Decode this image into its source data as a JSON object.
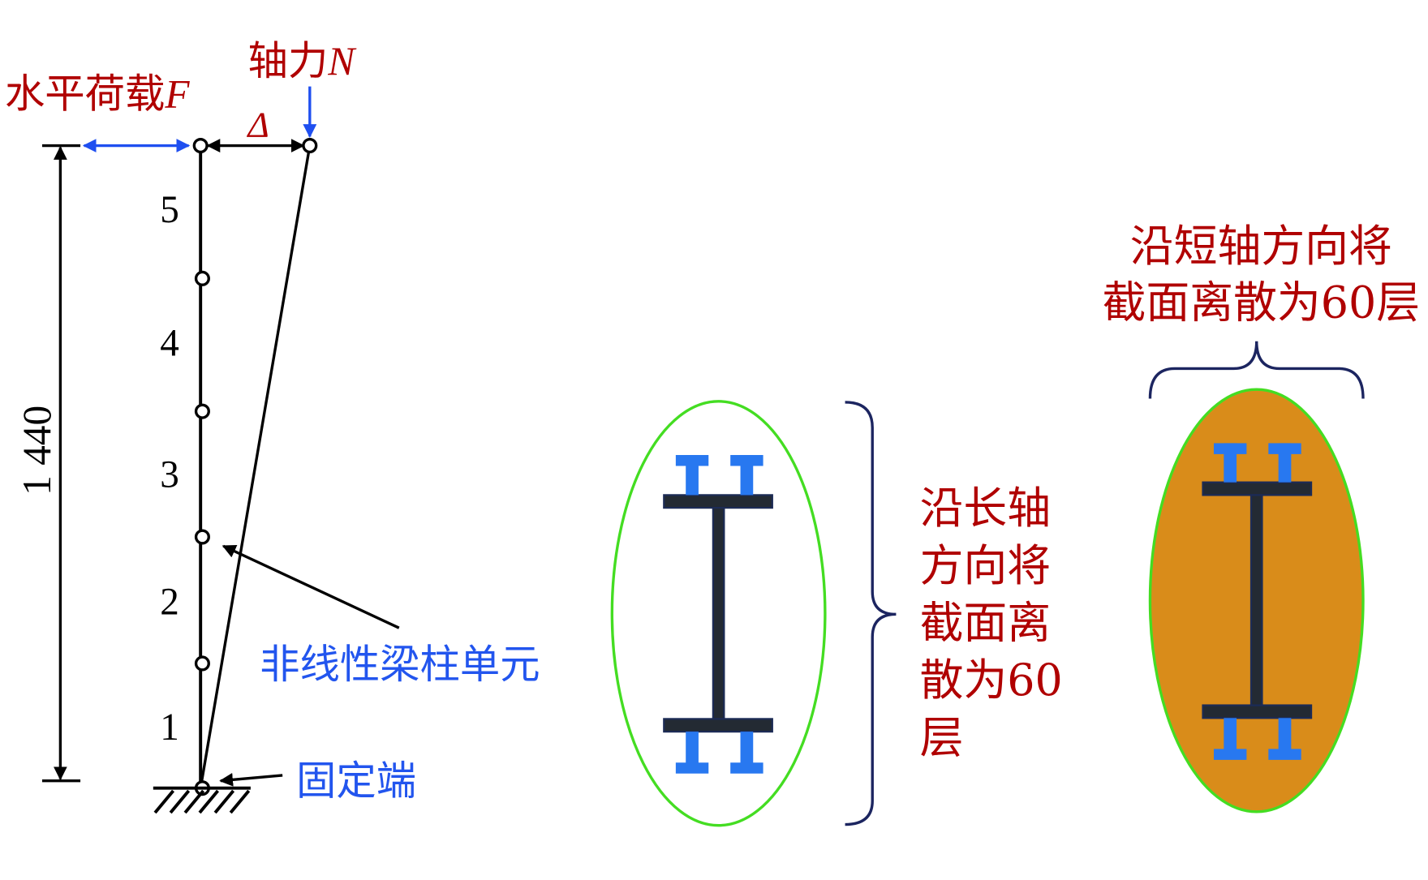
{
  "labels": {
    "horizontal_load": "水平荷载",
    "horizontal_load_symbol": "F",
    "axial_force": "轴力",
    "axial_force_symbol": "N",
    "displacement_symbol": "Δ",
    "height_dimension": "1 440",
    "element_numbers": [
      "5",
      "4",
      "3",
      "2",
      "1"
    ],
    "nonlinear_element": "非线性梁柱单元",
    "fixed_end": "固定端",
    "long_axis_lines": [
      "沿长轴",
      "方向将",
      "截面离",
      "散为60",
      "层"
    ],
    "short_axis_lines": [
      "沿短轴方向将",
      "截面离散为60层"
    ]
  },
  "colors": {
    "label_red": "#b00000",
    "label_blue": "#2255ee",
    "section_fill": "#d98c1a",
    "ellipse_stroke": "#44dd22",
    "steel_dark": "#232a33",
    "steel_blue": "#2878f0",
    "brace_navy": "#1c2560"
  }
}
